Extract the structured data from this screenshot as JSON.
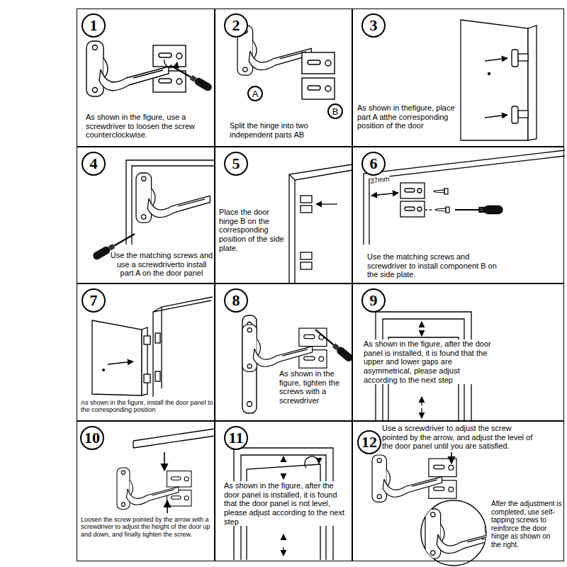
{
  "diagram": {
    "nodes": [
      {
        "text": [
          "As shown in the figure, use a screwdriver to loosen the screw counterclockwise."
        ]
      },
      {
        "text": [
          "1"
        ],
        "in": 0
      },
      {
        "text": [
          "Split the hinge into two independent parts AB"
        ]
      },
      {
        "text": [
          "2"
        ],
        "in": 2
      },
      {
        "text": [
          "A"
        ],
        "in": 2
      },
      {
        "text": [
          "B"
        ],
        "in": 2
      },
      {
        "text": [
          "As shown in thefigure, place part A atthe corresponding position of the door"
        ]
      },
      {
        "text": [
          "3"
        ],
        "in": 6
      },
      {
        "text": [
          "Use the matching screws and use a screwdriverto install part A on the door panel"
        ]
      },
      {
        "text": [
          "4"
        ],
        "in": 8
      },
      {
        "text": [
          "Place the door hinge B on the corresponding position of the side plate."
        ]
      },
      {
        "text": [
          "5"
        ],
        "in": 10
      },
      {
        "text": [
          "Use the matching screws and screwdriver to install component B on the side plate."
        ]
      },
      {
        "text": [
          "6"
        ],
        "in": 12
      },
      {
        "text": [
          "As shown in the figure, install the door panel to the corresponding position"
        ]
      },
      {
        "text": [
          "7"
        ],
        "in": 14
      },
      {
        "text": [
          "As shown in the figure, tighten the screws with a screwdriver"
        ]
      },
      {
        "text": [
          "8"
        ],
        "in": 16
      },
      {
        "text": [
          "As shown in the figure, after the door panel is installed, it is found that the upper and lower gaps are asymmetrical, please adjust according to the next step"
        ]
      },
      {
        "text": [
          "9"
        ],
        "in": 18
      },
      {
        "text": [
          "Loosen the screw pointed by the arrow with a screwdriver to adjust the height of the door up and down, and finally tighten the screw."
        ]
      },
      {
        "text": [
          "10"
        ],
        "in": 20
      },
      {
        "text": [
          "As shown in the figure, after the door panel is installed, it is found that the door panel is not level, please adjust according to the next step"
        ]
      },
      {
        "text": [
          "11"
        ],
        "in": 22
      },
      {
        "text": [
          "Use a screwdriver to adjust the screw pointed by the arrow, and adjust the level of the door panel until you are satisfied.",
          "After the adjustment is completed, use self-tapping screws to reinforce the door hinge as shown on the right."
        ]
      },
      {
        "text": [
          "12"
        ],
        "in": 24
      }
    ],
    "labels": [
      "37mm"
    ]
  }
}
